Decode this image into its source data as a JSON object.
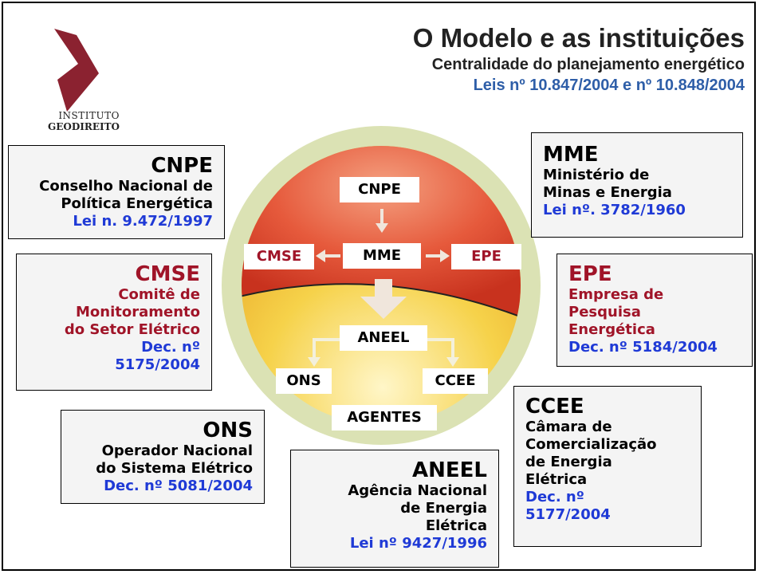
{
  "logo": {
    "line1": "INSTITUTO",
    "line2": "GEODIREITO"
  },
  "title": {
    "main": "O Modelo e as instituições",
    "subtitle": "Centralidade do planejamento energético",
    "laws": "Leis nº 10.847/2004 e  nº 10.848/2004"
  },
  "diagram": {
    "cnpe": "CNPE",
    "mme": "MME",
    "cmse": "CMSE",
    "epe": "EPE",
    "aneel": "ANEEL",
    "ons": "ONS",
    "ccee": "CCEE",
    "agentes": "AGENTES"
  },
  "boxes": {
    "cnpe": {
      "acronym": "CNPE",
      "line1": "Conselho Nacional de",
      "line2": "Política Energética",
      "law": "Lei n. 9.472/1997"
    },
    "mme": {
      "acronym": "MME",
      "line1": "Ministério de",
      "line2": "Minas e Energia",
      "law": "Lei nº. 3782/1960"
    },
    "cmse": {
      "acronym": "CMSE",
      "line1": "Comitê de",
      "line2": "Monitoramento",
      "line3": "do Setor Elétrico",
      "law1": "Dec. nº",
      "law2": "5175/2004"
    },
    "epe": {
      "acronym": "EPE",
      "line1": "Empresa de",
      "line2": "Pesquisa",
      "line3": "Energética",
      "law": "Dec. nº 5184/2004"
    },
    "ons": {
      "acronym": "ONS",
      "line1": "Operador Nacional",
      "line2": "do Sistema Elétrico",
      "law": "Dec. nº 5081/2004"
    },
    "aneel": {
      "acronym": "ANEEL",
      "line1": "Agência Nacional",
      "line2": "de Energia",
      "line3": "Elétrica",
      "law": "Lei nº 9427/1996"
    },
    "ccee": {
      "acronym": "CCEE",
      "line1": "Câmara de",
      "line2": "Comercialização",
      "line3": "de Energia",
      "line4": "Elétrica",
      "law1": "Dec. nº",
      "law2": "5177/2004"
    }
  },
  "colors": {
    "law_blue": "#1f3ad6",
    "accent_red": "#a01428",
    "title_blue": "#2e5ea8",
    "logo_red": "#8b2230"
  }
}
